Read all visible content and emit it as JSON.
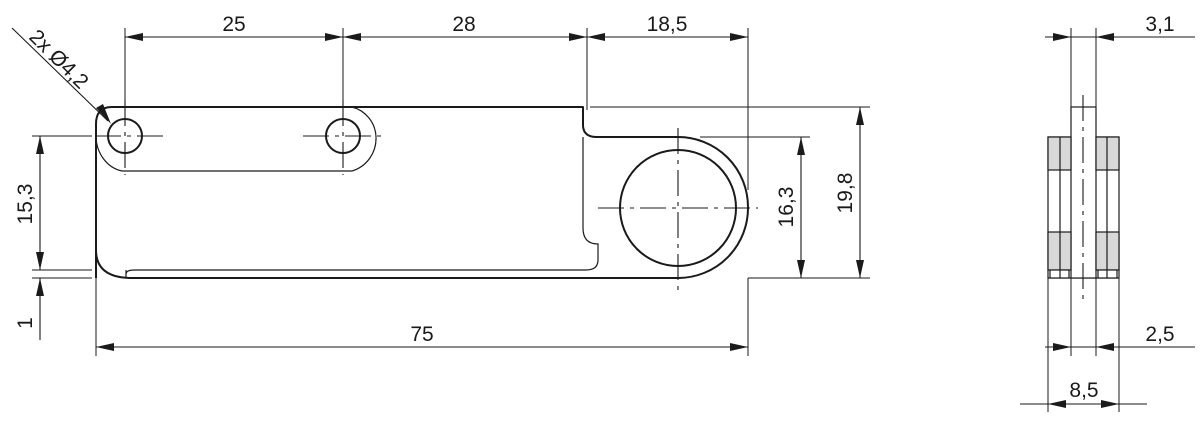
{
  "dimensions": {
    "hole_spacing": "25",
    "hole_to_edge": "28",
    "boss_width": "18,5",
    "hole_callout": "2x Ø4,2",
    "overall_length": "75",
    "total_height": "19,8",
    "boss_height": "16,3",
    "hole_height": "15,3",
    "bottom_offset": "1",
    "side_top_width": "3,1",
    "side_gap": "2,5",
    "side_total_width": "8,5"
  }
}
